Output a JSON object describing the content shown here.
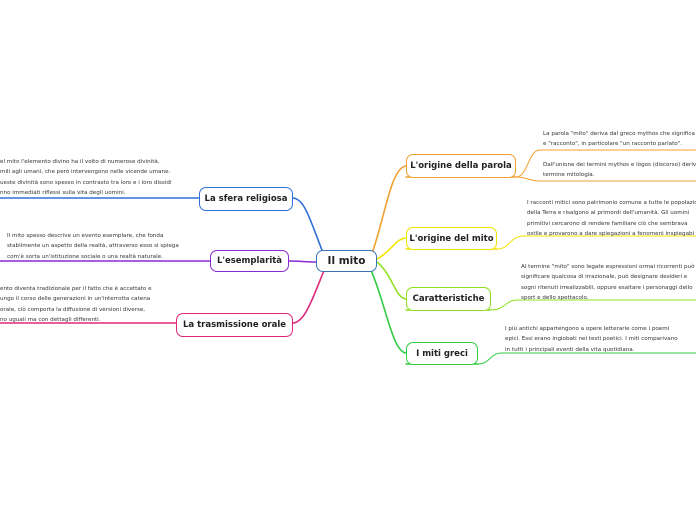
{
  "center": {
    "label": "Il mito"
  },
  "branches": [
    {
      "label": "L'origine della parola",
      "color": "#f0a030",
      "text": [
        "La parola \"mito\" deriva dal greco mythos che significa",
        "e \"racconto\", in particolare \"un racconto parlato\".",
        "",
        "Dall'unione dei termini mythos e lògos (discorso) deriv",
        "termine mitologia."
      ]
    },
    {
      "label": "L'origine del mito",
      "color": "#f2e400",
      "text": [
        "I racconti mitici sono patrimonio comune a tutte le popolazio",
        "della Terra e risalgono ai primordi dell'umanità. Gli uomini",
        "primitivi cercarono di rendere familiare ciò che sembrava",
        "ostile e provarono a  dare spiegazioni a fenomeni inspiegabi"
      ]
    },
    {
      "label": "Caratteristiche",
      "color": "#8fe020",
      "text": [
        "Al termine \"mito\" sono legate espressioni ormai ricorrenti può",
        "significare qualcosa di irrazionale, può designare desideri e",
        "sogni ritenuti irrealizzabili, oppure esaltare i personaggi dello",
        "sport e dello spettacolo."
      ]
    },
    {
      "label": "I miti greci",
      "color": "#33cc44",
      "text": [
        "I più antichi appartengono a opere letterarie come i poemi",
        "epici. Essi erano inglobati nei testi poetici. I miti comparivano",
        "in tutti i principali eventi della vita quotidiana."
      ]
    },
    {
      "label": "La sfera religiosa",
      "color": "#3070d8",
      "text": [
        "el mito l'elemento divino ha il volto di numerose divinità,",
        "mili agli umani, che però intervengono nelle vicende umane.",
        "ueste divinità sono spesso in contrasto tra loro e i loro dissidi",
        "nno immediati riflessi sulla vita degli uomini."
      ]
    },
    {
      "label": "L'esemplarità",
      "color": "#8a2ad0",
      "text": [
        "Il mito spesso descrive un evento esemplare, che fonda",
        "stabilmente un aspetto della realtà, attraverso esso si spiega",
        "com'è sorta un'istituzione sociale o una realtà naturale."
      ]
    },
    {
      "label": "La trasmissione orale",
      "color": "#e0287a",
      "text": [
        "ento diventa tradizionale per il fatto che è accettato e",
        "ungo il corso delle generazioni in un'interrotta catena",
        "orale, ciò comporta la diffusione di versioni diverse,",
        "no uguali ma con dettagli differenti."
      ]
    }
  ]
}
